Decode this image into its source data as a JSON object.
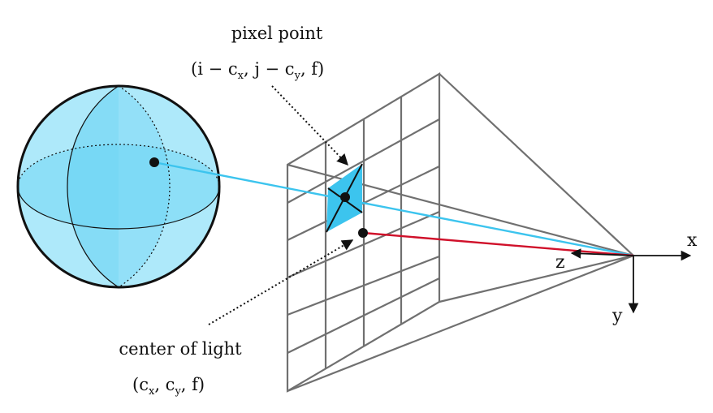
{
  "pixel_point": {
    "title": "pixel point",
    "coord": {
      "open": "(i",
      "minus1": " − c",
      "sub_x": "x",
      "comma1": ",  j",
      "minus2": " − c",
      "sub_y": "y",
      "close": ",  f)"
    }
  },
  "center_of_light": {
    "title": "center of light",
    "coord": {
      "open": "(c",
      "sub_x": "x",
      "comma1": ",  c",
      "sub_y": "y",
      "close": ",  f)"
    }
  },
  "axes": {
    "x": "x",
    "y": "y",
    "z": "z"
  },
  "colors": {
    "ray_pixel": "#3cc4ee",
    "ray_center": "#d0102a",
    "sphere_fill": "#aee9fa",
    "sphere_front": "#66d3f3",
    "pixel_patch": "#3cc4ee",
    "frustum_line": "#707070"
  }
}
